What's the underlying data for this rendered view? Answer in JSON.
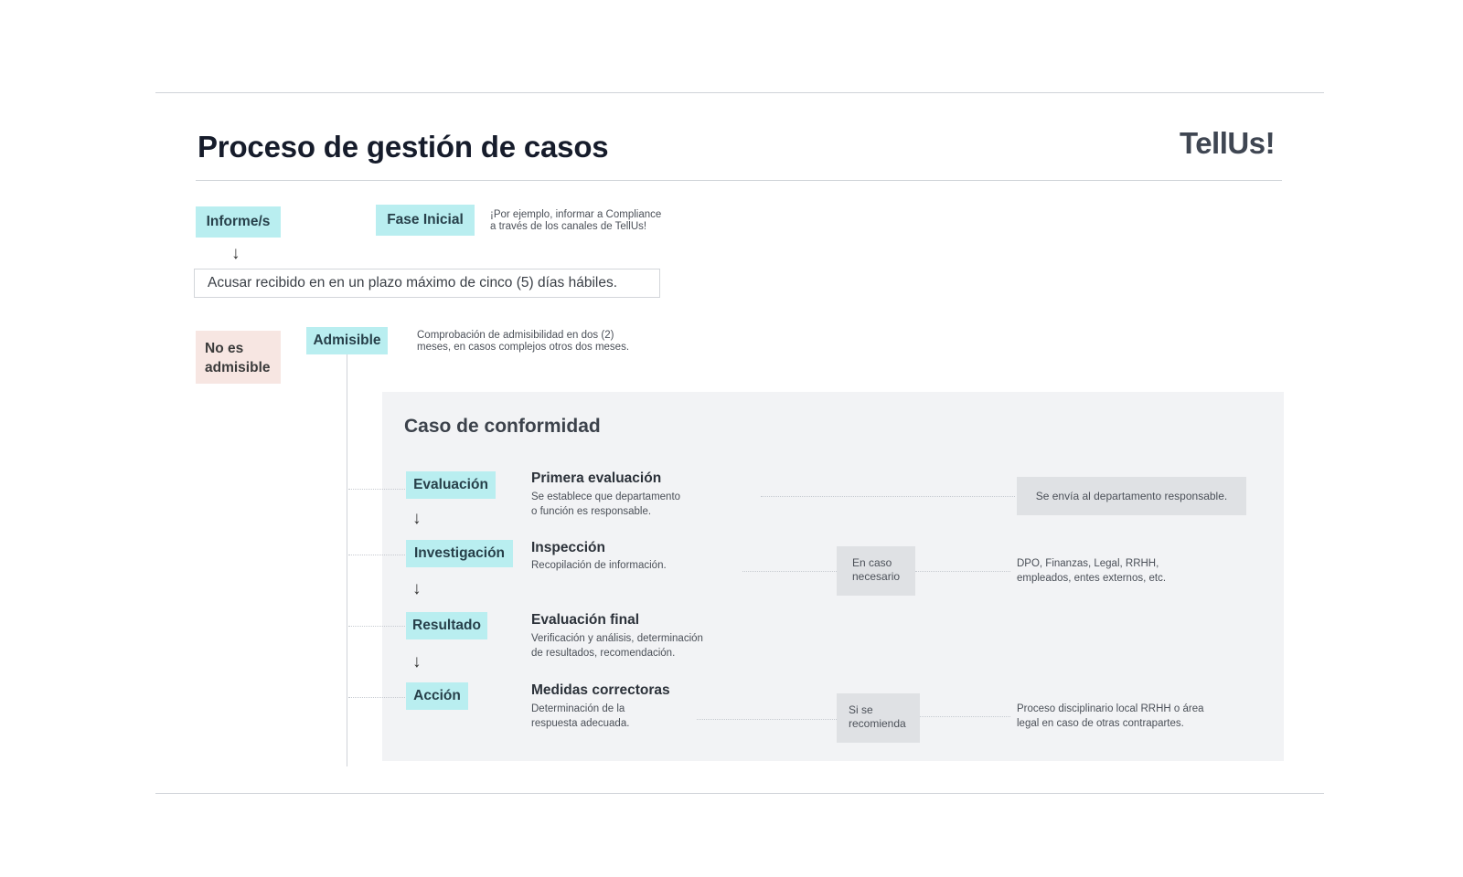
{
  "header": {
    "title": "Proceso de gestión de casos",
    "brand": "TellUs!"
  },
  "top": {
    "report_tag": "Informe/s",
    "phase_tag": "Fase Inicial",
    "phase_note_line1": "¡Por ejemplo, informar a Compliance",
    "phase_note_line2": "a través de los canales de TellUs!",
    "arrow": "↓",
    "ack_text": "Acusar recibido en en un plazo máximo de cinco (5) días hábiles."
  },
  "admissibility": {
    "not_admissible_line1": "No es",
    "not_admissible_line2": "admisible",
    "admissible": "Admisible",
    "note_line1": "Comprobación de admisibilidad en dos (2)",
    "note_line2": "meses, en casos complejos otros dos meses."
  },
  "panel": {
    "title": "Caso de conformidad",
    "stages": [
      {
        "tag": "Evaluación",
        "title": "Primera evaluación",
        "desc_line1": "Se establece que departamento",
        "desc_line2": "o función es responsable."
      },
      {
        "tag": "Investigación",
        "title": "Inspección",
        "desc_line1": "Recopilación de información.",
        "desc_line2": ""
      },
      {
        "tag": "Resultado",
        "title": "Evaluación final",
        "desc_line1": "Verificación y análisis, determinación",
        "desc_line2": "de resultados, recomendación."
      },
      {
        "tag": "Acción",
        "title": "Medidas correctoras",
        "desc_line1": "Determinación de la",
        "desc_line2": "respuesta adecuada."
      }
    ],
    "send_box": "Se envía al departamento responsable.",
    "if_needed_line1": "En caso",
    "if_needed_line2": "necesario",
    "inspection_note_line1": "DPO, Finanzas, Legal, RRHH,",
    "inspection_note_line2": "empleados, entes externos, etc.",
    "if_recommended_line1": "Si se",
    "if_recommended_line2": "recomienda",
    "action_note_line1": "Proceso disciplinario local RRHH o área",
    "action_note_line2": "legal en caso de otras contrapartes."
  },
  "colors": {
    "teal": "#b9eef0",
    "pink": "#f7e6e2",
    "panel": "#f2f3f5",
    "grey_box": "#dfe1e4"
  }
}
